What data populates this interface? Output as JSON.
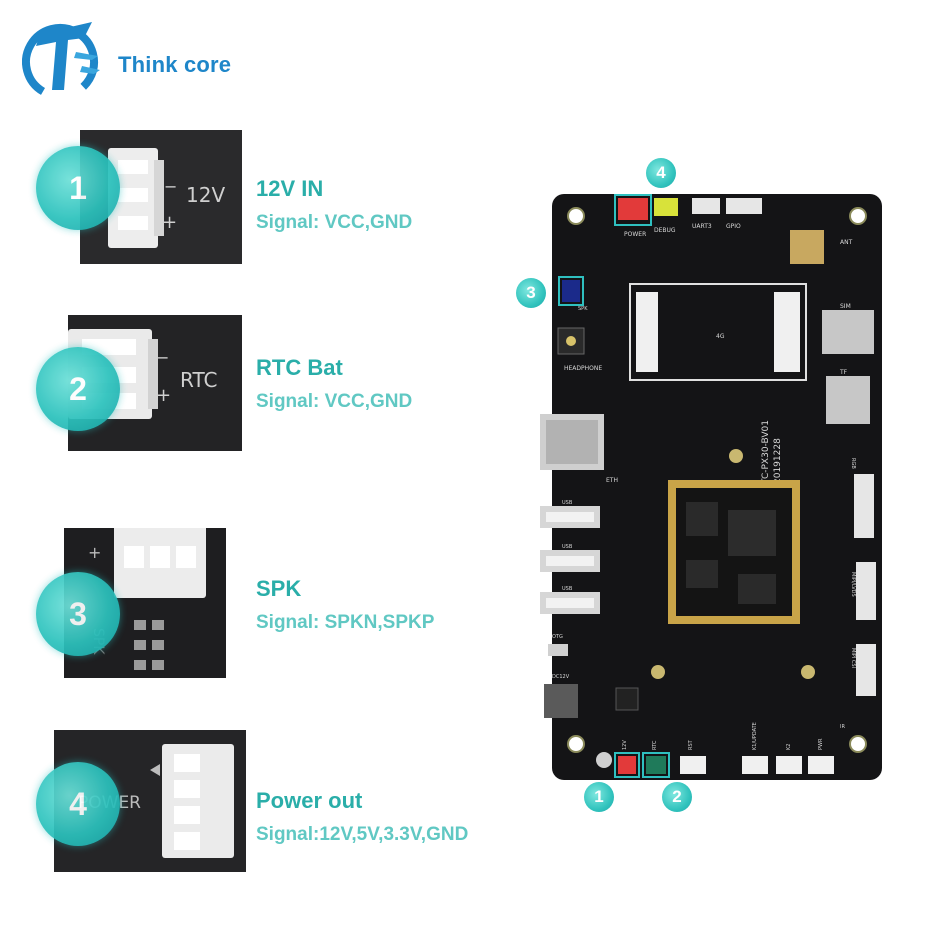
{
  "brand": {
    "name": "Think core",
    "logo_icon": "think-core-logo-icon",
    "color": "#1e86c9"
  },
  "accent_colors": {
    "title": "#2aaea9",
    "signal": "#60c8c3",
    "badge": "#2cc2bd"
  },
  "connectors": [
    {
      "number": "1",
      "title": "12V IN",
      "signal": "Signal: VCC,GND",
      "thumb_label": "12V"
    },
    {
      "number": "2",
      "title": "RTC Bat",
      "signal": "Signal: VCC,GND",
      "thumb_label": "RTC"
    },
    {
      "number": "3",
      "title": "SPK",
      "signal": "Signal: SPKN,SPKP",
      "thumb_label": "SPK"
    },
    {
      "number": "4",
      "title": "Power out",
      "signal": "Signal:12V,5V,3.3V,GND",
      "thumb_label": "POWER"
    }
  ],
  "board": {
    "model": "TC-PX30-BV01",
    "date": "20191228",
    "silkscreen": {
      "headphone": "HEADPHONE",
      "eth": "ETH",
      "usb": "USB",
      "otg": "OTG",
      "dc12v": "DC12V",
      "spk": "SPK",
      "sim": "SIM",
      "tf": "TF",
      "power": "POWER",
      "debug": "DEBUG",
      "uart3": "UART3",
      "gpio": "GPIO",
      "ant": "ANT",
      "rgb": "RGB",
      "mipi_lvds": "MIPI/LVDS",
      "mipi_csi": "MIPI CSI",
      "rst": "RST",
      "k1_update": "K1/UPDATE",
      "k2": "K2",
      "pwr": "PWR",
      "label_12v": "12V",
      "label_rtc": "RTC",
      "ir": "IR",
      "module_4g": "4G"
    },
    "callouts": [
      "1",
      "2",
      "3",
      "4"
    ]
  }
}
